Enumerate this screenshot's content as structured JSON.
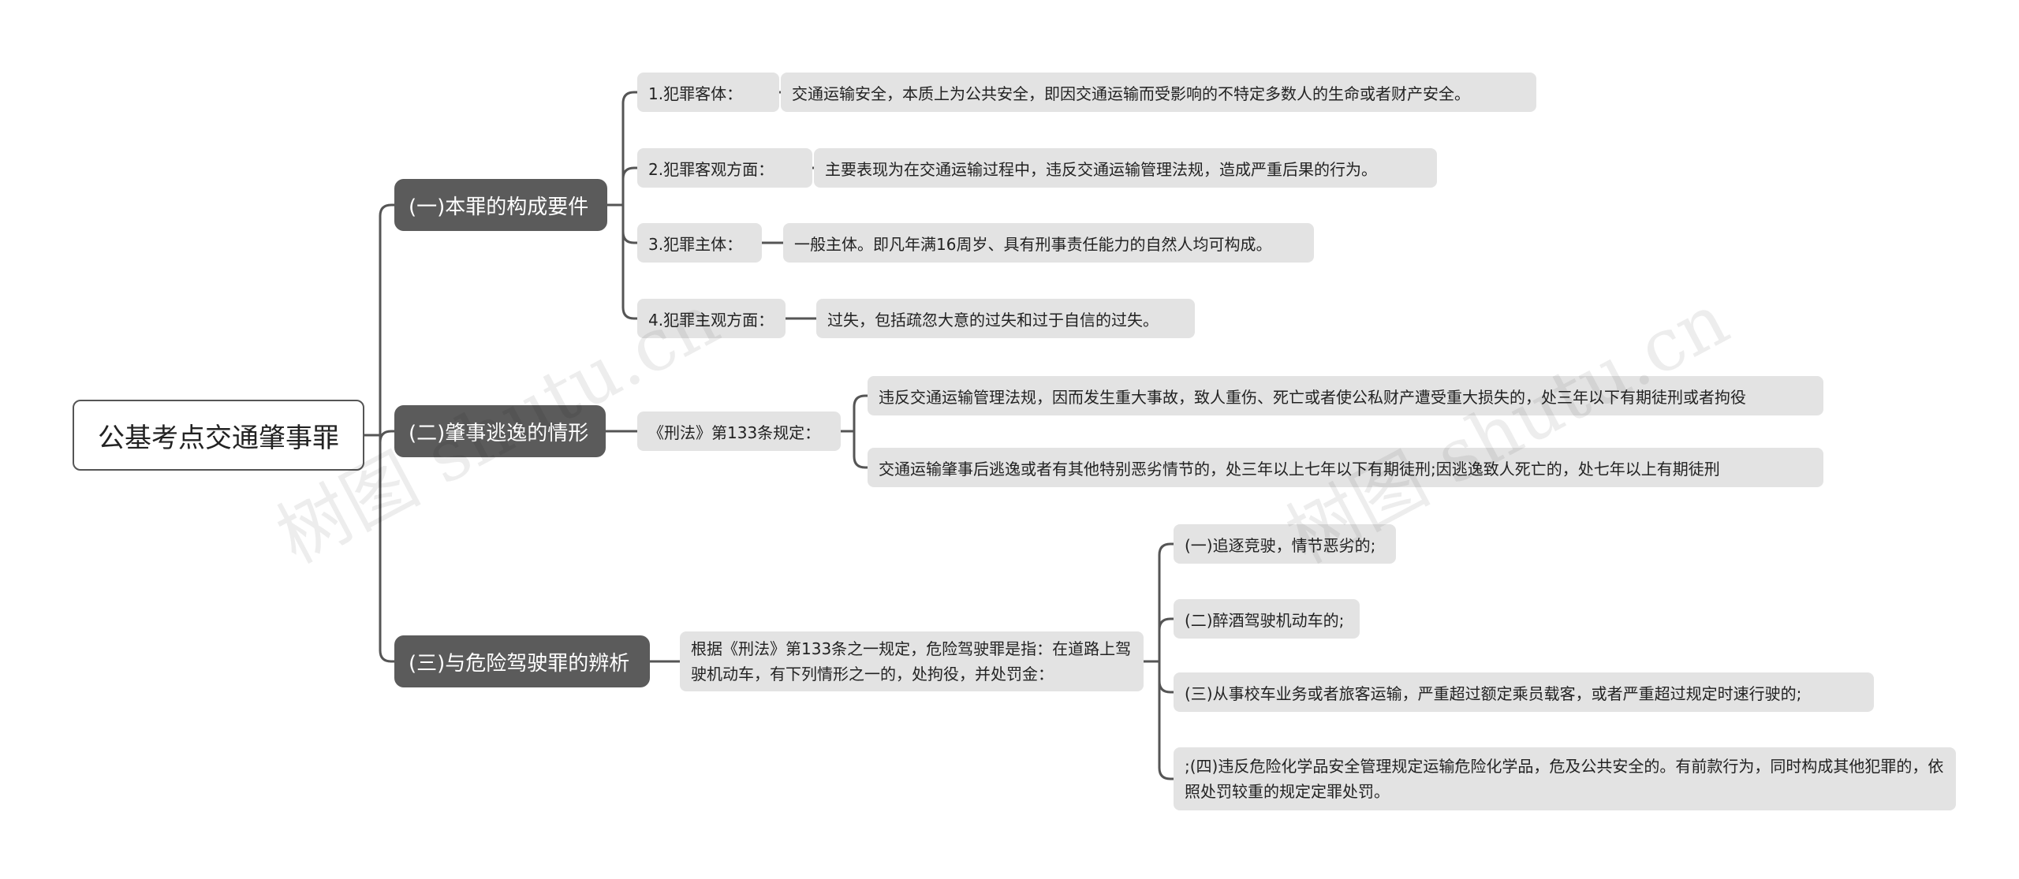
{
  "root": {
    "label": "公基考点交通肇事罪"
  },
  "branches": [
    {
      "label": "(一)本罪的构成要件",
      "items": [
        {
          "label": "1.犯罪客体：",
          "detail": "交通运输安全，本质上为公共安全，即因交通运输而受影响的不特定多数人的生命或者财产安全。"
        },
        {
          "label": "2.犯罪客观方面：",
          "detail": "主要表现为在交通运输过程中，违反交通运输管理法规，造成严重后果的行为。"
        },
        {
          "label": "3.犯罪主体：",
          "detail": "一般主体。即凡年满16周岁、具有刑事责任能力的自然人均可构成。"
        },
        {
          "label": "4.犯罪主观方面：",
          "detail": "过失，包括疏忽大意的过失和过于自信的过失。"
        }
      ]
    },
    {
      "label": "(二)肇事逃逸的情形",
      "mid": "《刑法》第133条规定：",
      "items": [
        "违反交通运输管理法规，因而发生重大事故，致人重伤、死亡或者使公私财产遭受重大损失的，处三年以下有期徒刑或者拘役",
        "交通运输肇事后逃逸或者有其他特别恶劣情节的，处三年以上七年以下有期徒刑;因逃逸致人死亡的，处七年以上有期徒刑"
      ]
    },
    {
      "label": "(三)与危险驾驶罪的辨析",
      "mid": "根据《刑法》第133条之一规定，危险驾驶罪是指：在道路上驾驶机动车，有下列情形之一的，处拘役，并处罚金：",
      "items": [
        "(一)追逐竞驶，情节恶劣的;",
        "(二)醉酒驾驶机动车的;",
        "(三)从事校车业务或者旅客运输，严重超过额定乘员载客，或者严重超过规定时速行驶的;",
        ";(四)违反危险化学品安全管理规定运输危险化学品，危及公共安全的。有前款行为，同时构成其他犯罪的，依照处罚较重的规定定罪处罚。"
      ]
    }
  ],
  "watermarks": [
    "树图 shutu.cn",
    "树图 shutu.cn"
  ],
  "colors": {
    "line": "#555555",
    "branch_bg": "#5b5b5b",
    "leaf_bg": "#e3e3e3"
  }
}
